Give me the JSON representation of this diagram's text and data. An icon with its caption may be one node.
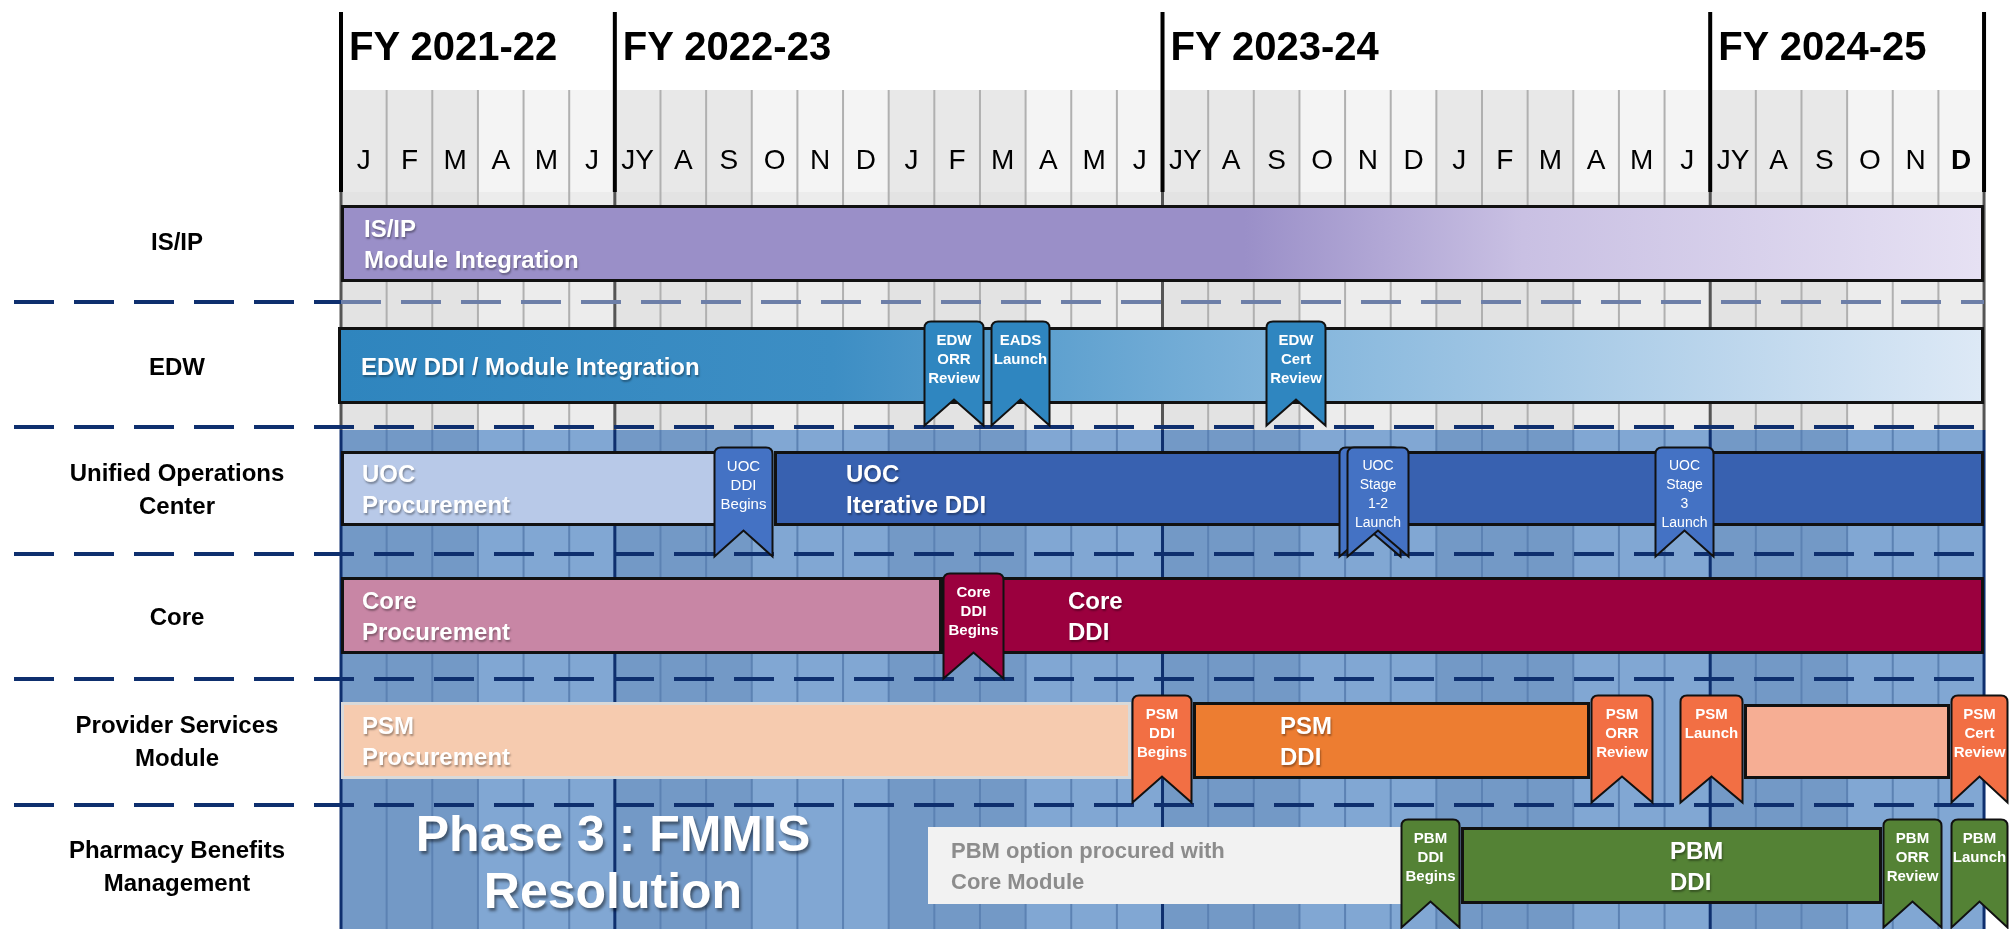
{
  "diagram": {
    "nodes": [
      {
        "text": [
          "IS/IP",
          "Module Integration"
        ]
      },
      {
        "text": [
          "EDW DDI / Module Integration"
        ]
      },
      {
        "text": [
          "EDW ORR Review"
        ]
      },
      {
        "text": [
          "EADS Launch"
        ]
      },
      {
        "text": [
          "EDW Cert Review"
        ]
      },
      {
        "text": [
          "UOC",
          "Procurement"
        ]
      },
      {
        "text": [
          "UOC DDI Begins"
        ]
      },
      {
        "text": [
          "UOC",
          "Iterative DDI"
        ]
      },
      {
        "text": [
          "UOC Stage 1-2 Launch"
        ]
      },
      {
        "text": [
          "UOC Stage 3 Launch"
        ]
      },
      {
        "text": [
          "Core",
          "Procurement"
        ]
      },
      {
        "text": [
          "Core DDI Begins"
        ]
      },
      {
        "text": [
          "Core",
          "DDI"
        ]
      },
      {
        "text": [
          "PSM",
          "Procurement"
        ]
      },
      {
        "text": [
          "PSM DDI Begins"
        ]
      },
      {
        "text": [
          "PSM",
          "DDI"
        ]
      },
      {
        "text": [
          "PSM ORR Review"
        ]
      },
      {
        "text": [
          "PSM Launch"
        ]
      },
      {
        "text": [],
        "shape": "bar"
      },
      {
        "text": [
          "PSM Cert Review"
        ]
      },
      {
        "text": [
          "PBM option procured with Core Module"
        ]
      },
      {
        "text": [
          "PBM DDI Begins"
        ]
      },
      {
        "text": [
          "PBM",
          "DDI"
        ]
      },
      {
        "text": [
          "PBM ORR Review"
        ]
      },
      {
        "text": [
          "PBM Launch"
        ]
      }
    ],
    "labels": [
      "FY 2021-22",
      "FY 2022-23",
      "FY 2023-24",
      "FY 2024-25",
      "J",
      "F",
      "M",
      "A",
      "M",
      "J",
      "JY",
      "A",
      "S",
      "O",
      "N",
      "D",
      "J",
      "F",
      "M",
      "A",
      "M",
      "J",
      "JY",
      "A",
      "S",
      "O",
      "N",
      "D",
      "J",
      "F",
      "M",
      "A",
      "M",
      "J",
      "JY",
      "A",
      "S",
      "O",
      "N",
      "D",
      "IS/IP",
      "EDW",
      "Unified Operations Center",
      "Core",
      "Provider Services Module",
      "Pharmacy Benefits Management",
      "Phase 3 : FMMIS Resolution"
    ]
  }
}
